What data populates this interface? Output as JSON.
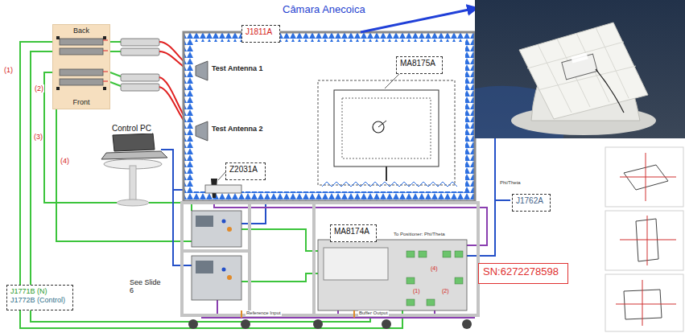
{
  "diagram": {
    "nodes": [
      {
        "text": [
          "Back",
          "Front"
        ]
      },
      {
        "text": [
          "J1811A"
        ]
      },
      {
        "text": [
          "MA8175A"
        ]
      },
      {
        "text": [
          "Z2031A"
        ]
      },
      {
        "text": [
          "J1762A"
        ]
      },
      {
        "text": [
          "MA8174A"
        ]
      },
      {
        "text": [
          "SN:6272278598"
        ]
      },
      {
        "text": [
          "J1771B (N)",
          "J1772B (Control)"
        ]
      }
    ],
    "labels": [
      "Câmara Anecoica",
      "(1)",
      "(2)",
      "(3)",
      "(4)",
      "Test Antenna 1",
      "Test Antenna 2",
      "Control PC",
      "See Slide 6",
      "To Positioner: Phi/Theta",
      "Phi/Theta",
      "Reference Input",
      "Buffer Output",
      "(4)",
      "(1)",
      "(2)"
    ]
  }
}
